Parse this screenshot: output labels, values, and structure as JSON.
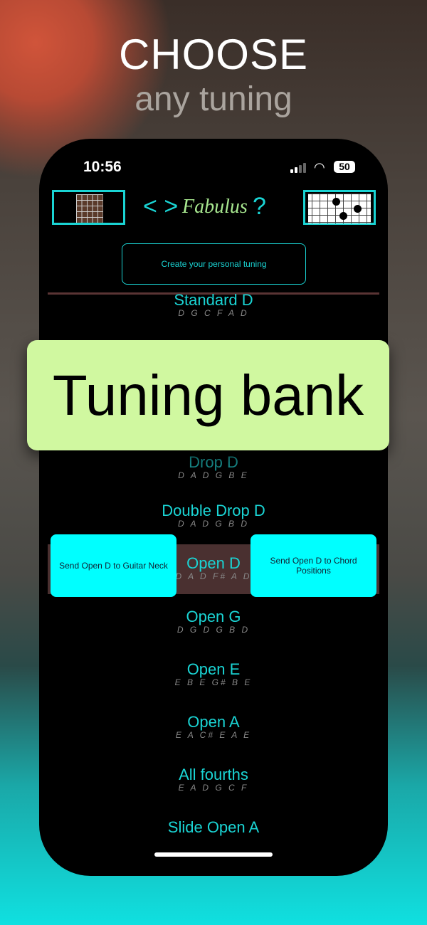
{
  "promo": {
    "title": "CHOOSE",
    "subtitle": "any tuning",
    "banner": "Tuning bank"
  },
  "status": {
    "time": "10:56",
    "battery": "50"
  },
  "header": {
    "logo": "Fabulus",
    "prev": "<",
    "next": ">",
    "help": "?",
    "left_thumb": "guitar-neck-thumbnail",
    "right_thumb": "chord-positions-thumbnail"
  },
  "create_button": "Create your personal tuning",
  "tunings": [
    {
      "name": "Standard D",
      "notes": "D G C F A D"
    },
    {
      "name": "Drop D",
      "notes": "D A D G B E"
    },
    {
      "name": "Double Drop D",
      "notes": "D A D G B D"
    },
    {
      "name": "Open D",
      "notes": "D A D F# A D",
      "selected": true
    },
    {
      "name": "Open G",
      "notes": "D G D G B D"
    },
    {
      "name": "Open E",
      "notes": "E B E G# B E"
    },
    {
      "name": "Open A",
      "notes": "E A C# E A E"
    },
    {
      "name": "All fourths",
      "notes": "E A D G C F"
    },
    {
      "name": "Slide Open A",
      "notes": ""
    }
  ],
  "actions": {
    "to_neck": "Send Open D to Guitar Neck",
    "to_chords": "Send Open D to Chord Positions"
  },
  "colors": {
    "accent": "#1ad4d4",
    "selected_row": "#4a3030",
    "banner": "#d0f8a0",
    "action": "#00ffff"
  }
}
